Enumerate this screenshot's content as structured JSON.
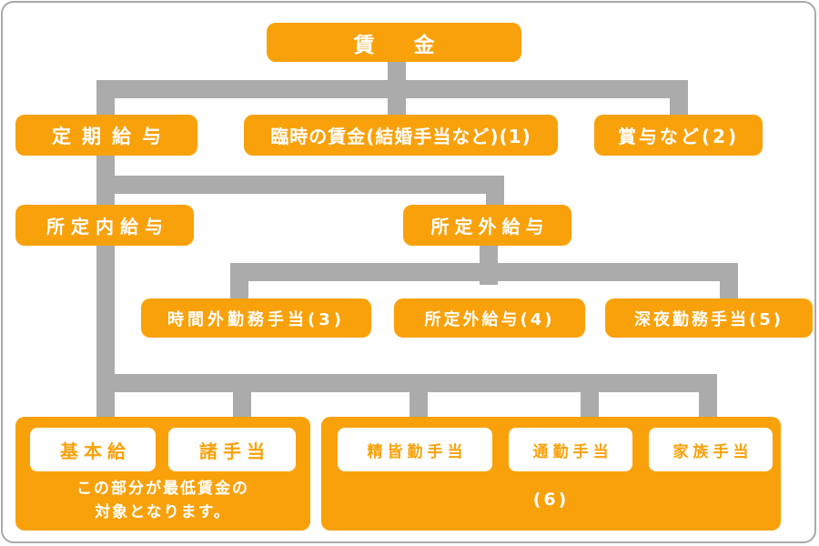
{
  "palette": {
    "box_orange": "#f9a10a",
    "connector_gray": "#ababab",
    "text_on_orange": "#ffffff",
    "text_on_white": "#f9a10a",
    "frame_border": "#a9a9ae"
  },
  "diagram": {
    "root": {
      "label": "賃　金"
    },
    "level2": {
      "teiki": "定期給与",
      "rinji": "臨時の賃金(結婚手当など)(1)",
      "shoyo": "賞与など(2)"
    },
    "level3": {
      "shoteinai": "所定内給与",
      "shoteigai": "所定外給与"
    },
    "level4": {
      "jikangai": "時間外勤務手当(3)",
      "shoteigai4": "所定外給与(4)",
      "shinya": "深夜勤務手当(5)"
    },
    "minimum_wage_group": {
      "kihonkyu": "基本給",
      "shoteate": "諸手当",
      "note_line1": "この部分が最低賃金の",
      "note_line2": "対象となります。"
    },
    "allowance_group": {
      "seikaikin": "精皆勤手当",
      "tsukin": "通勤手当",
      "kazoku": "家族手当",
      "number": "(6)"
    }
  }
}
